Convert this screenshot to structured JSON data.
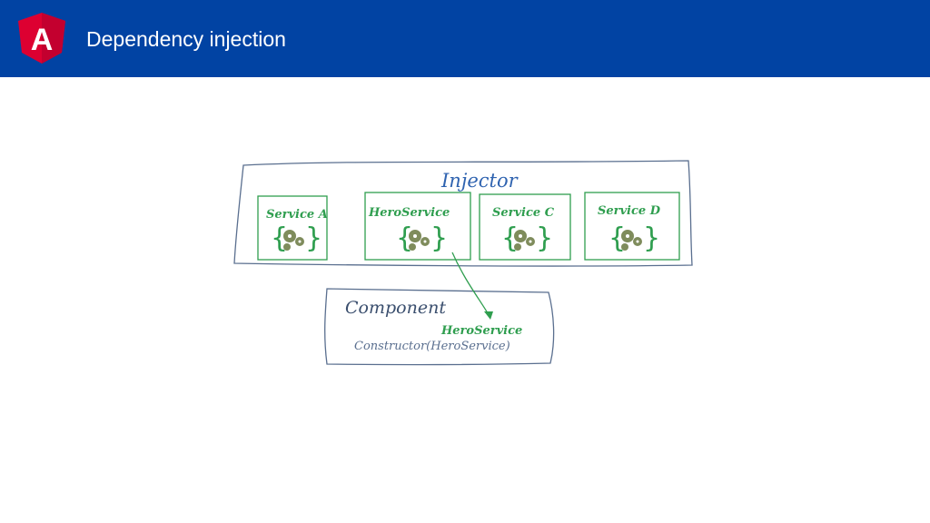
{
  "header": {
    "title": "Dependency injection",
    "logo_letter": "A",
    "background": "#0143a3"
  },
  "diagram": {
    "injector_label": "Injector",
    "services": [
      {
        "label": "Service A"
      },
      {
        "label": "HeroService"
      },
      {
        "label": "Service C"
      },
      {
        "label": "Service D"
      }
    ],
    "service_icon": "gears-in-braces-icon",
    "component": {
      "label": "Component",
      "injected_label": "HeroService",
      "constructor_label": "Constructor(HeroService)"
    },
    "colors": {
      "injector": "#2f63b0",
      "service_green": "#2f9e4f",
      "gear": "#7f8c5c",
      "component": "#3b4f6e"
    }
  }
}
